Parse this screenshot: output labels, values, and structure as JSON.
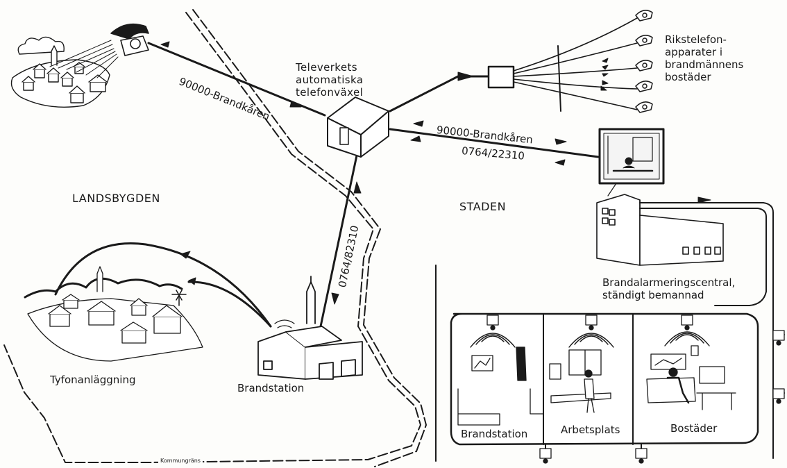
{
  "labels": {
    "brandkaren_rural": "90000-Brandkåren",
    "exchange": "Televerkets automatiska telefonväxel",
    "rikstelefon": "Rikstelefon-apparater i brandmännens bostäder",
    "brandkaren_city": "90000-Brandkåren",
    "num_city": "0764/22310",
    "landsbygden": "LANDSBYGDEN",
    "staden": "STADEN",
    "num_rural": "0764/82310",
    "brandalarm": "Brandalarmeringscentral, ständigt bemannad",
    "tyfon": "Tyfonanläggning",
    "brandstation_rural": "Brandstation",
    "brandstation_city": "Brandstation",
    "arbetsplats": "Arbetsplats",
    "bostader": "Bostäder",
    "kommungrans": "Kommungräns"
  },
  "colors": {
    "ink": "#1a1a1a",
    "paper": "#fdfdfb"
  },
  "icons": [
    "telephone-icon",
    "exchange-building-icon",
    "distribution-box-icon",
    "siren-icon",
    "receiver-icon"
  ]
}
